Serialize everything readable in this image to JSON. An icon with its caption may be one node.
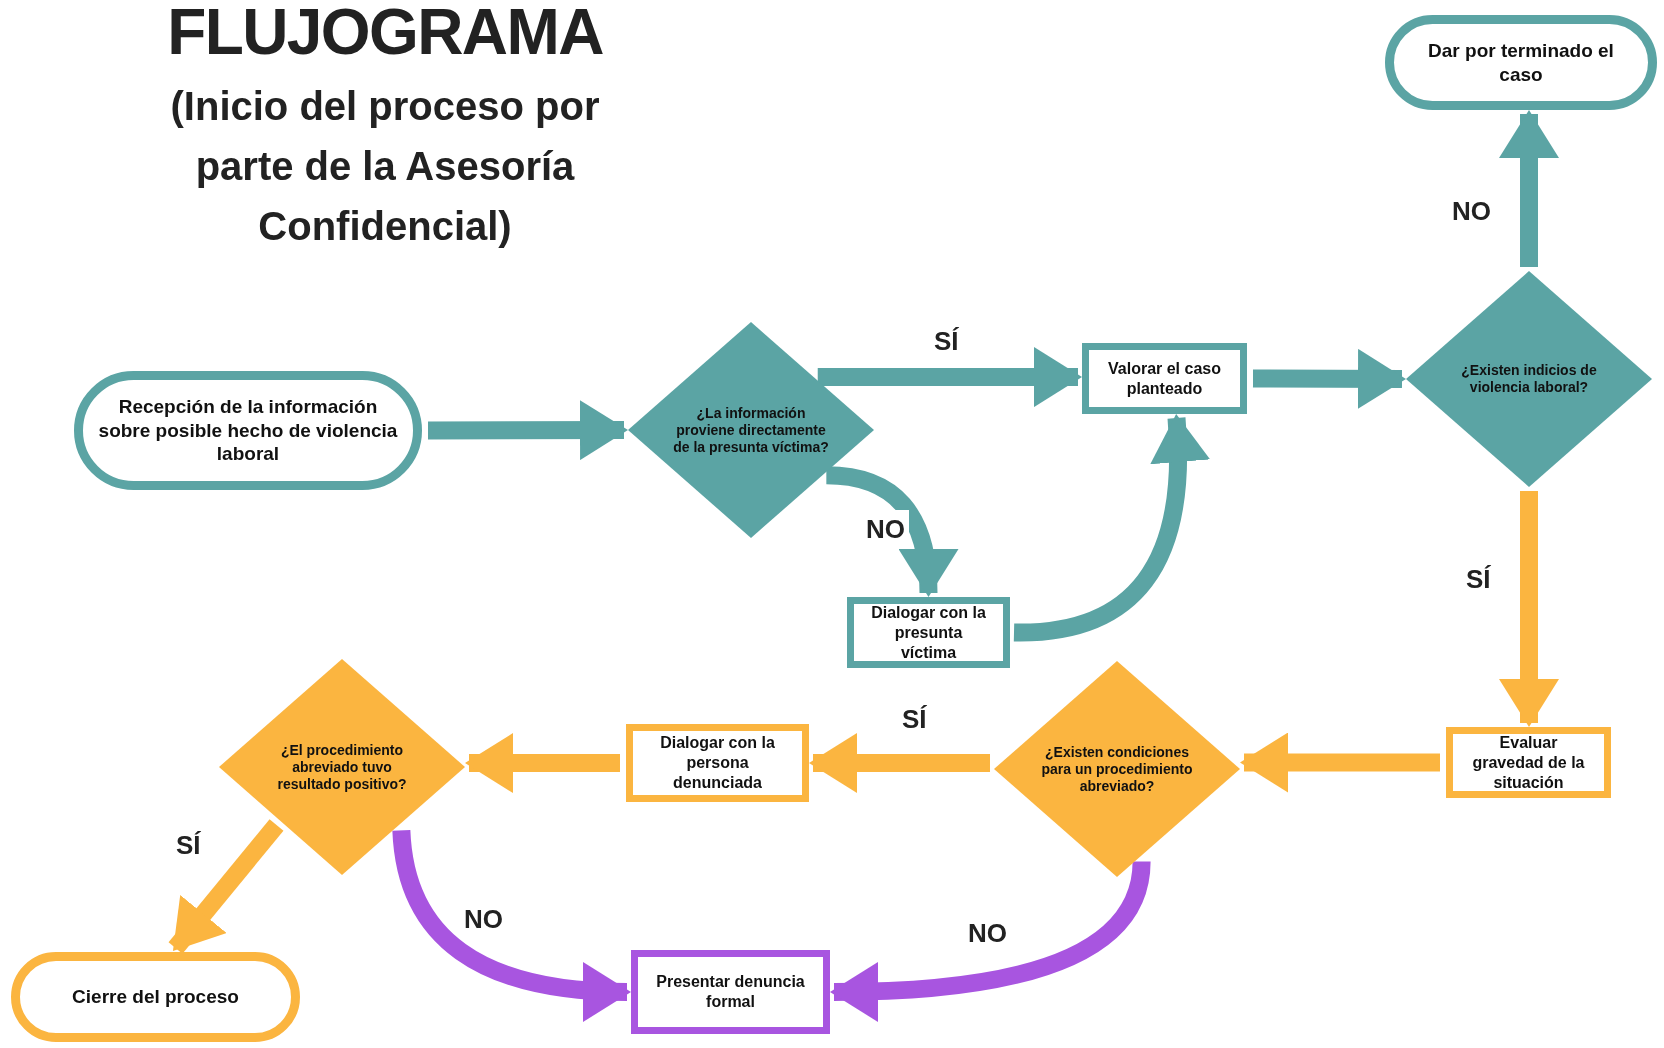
{
  "diagram": {
    "title": "FLUJOGRAMA",
    "nodes": [
      {
        "text": [
          "Recepción de la información sobre posible hecho de violencia laboral"
        ]
      },
      {
        "text": [
          "¿La información proviene directamente de la presunta víctima?"
        ]
      },
      {
        "text": [
          "Valorar el caso planteado"
        ]
      },
      {
        "text": [
          "¿Existen indicios de violencia laboral?"
        ]
      },
      {
        "text": [
          "Dar por terminado el caso"
        ]
      },
      {
        "text": [
          "Dialogar con la presunta víctima"
        ]
      },
      {
        "text": [
          "Evaluar gravedad de la situación"
        ]
      },
      {
        "text": [
          "¿Existen condiciones para un procedimiento abreviado?"
        ]
      },
      {
        "text": [
          "Dialogar con la persona denunciada"
        ]
      },
      {
        "text": [
          "¿El procedimiento abreviado tuvo resultado positivo?"
        ]
      },
      {
        "text": [
          "Cierre del proceso"
        ]
      },
      {
        "text": [
          "Presentar denuncia formal"
        ]
      }
    ],
    "edges": [
      {
        "from": 0,
        "to": 1,
        "arrow": "to"
      },
      {
        "from": 1,
        "to": 2,
        "arrow": "to",
        "label": "SÍ"
      },
      {
        "from": 1,
        "to": 5,
        "arrow": "to",
        "label": "NO"
      },
      {
        "from": 5,
        "to": 2,
        "arrow": "to"
      },
      {
        "from": 2,
        "to": 3,
        "arrow": "to"
      },
      {
        "from": 3,
        "to": 4,
        "arrow": "to",
        "label": "NO"
      },
      {
        "from": 3,
        "to": 6,
        "arrow": "to",
        "label": "SÍ",
        "color": "#fbb540"
      },
      {
        "from": 6,
        "to": 7,
        "arrow": "to",
        "color": "#fbb540"
      },
      {
        "from": 7,
        "to": 8,
        "arrow": "to",
        "label": "SÍ",
        "color": "#fbb540"
      },
      {
        "from": 8,
        "to": 9,
        "arrow": "to",
        "color": "#fbb540"
      },
      {
        "from": 9,
        "to": 10,
        "arrow": "to",
        "label": "SÍ",
        "color": "#fbb540"
      },
      {
        "from": 9,
        "to": 11,
        "arrow": "to",
        "label": "NO",
        "color": "#a855e0"
      },
      {
        "from": 7,
        "to": 11,
        "arrow": "to",
        "label": "NO",
        "color": "#a855e0"
      }
    ],
    "labels": [
      "(Inicio del proceso por parte de la Asesoría Confidencial)"
    ]
  }
}
